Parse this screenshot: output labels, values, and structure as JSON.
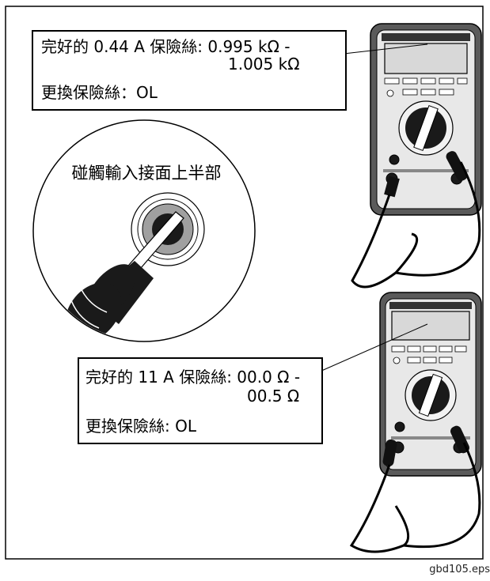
{
  "top_callout": {
    "good_fuse_label": "完好的 0.44 A 保險絲: 0.995 kΩ  -",
    "good_fuse_range_end": "1.005 kΩ",
    "replace_label": "更換保險絲：OL"
  },
  "bottom_callout": {
    "good_fuse_label": "完好的 11 A 保險絲: 00.0 Ω -",
    "good_fuse_range_end": "00.5 Ω",
    "replace_label": "更換保險絲: OL"
  },
  "detail_circle": {
    "label": "碰觸輸入接面上半部"
  },
  "filename": "gbd105.eps",
  "colors": {
    "line": "#000000",
    "meter_body": "#5a5a5a",
    "meter_dark": "#1a1a1a",
    "display": "#d8d8d8",
    "socket_ring": "#a0a0a0",
    "background": "#ffffff"
  }
}
